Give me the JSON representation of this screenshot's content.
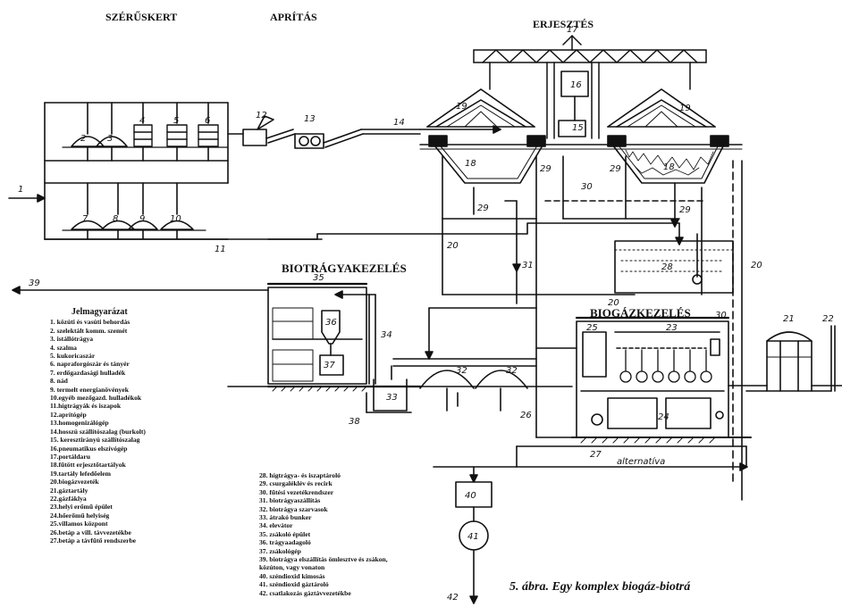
{
  "sections": {
    "szeruskert": "SZÉRŰSKERT",
    "apritas": "APRÍTÁS",
    "erjesztes": "ERJESZTÉS",
    "biotragyakezeles": "BIOTRÁGYAKEZELÉS",
    "biogazkezeles": "BIOGÁZKEZELÉS"
  },
  "legend": {
    "title": "Jelmagyarázat",
    "col1": [
      "1.  közúti és vasúti behordás",
      "2.  szelektált komm. szemét",
      "3.  istállótrágya",
      "4.  szalma",
      "5.  kukoricaszár",
      "6.  napraforgószár és tányér",
      "7.  erdőgazdasági hulladék",
      "8.  nád",
      "9.  termelt energianövények",
      "10.egyéb mezőgazd. hulladékok",
      "11.hígtrágyák és iszapok",
      "12.aprítógép",
      "13.homogenizálógép",
      "14.hosszú szállítószalag (burkolt)",
      "15. keresztirányú szállítószalag",
      "16.pneumatikus elszívógép",
      "17.portáldaru",
      "18.fűtött erjesztőtartályok",
      "19.tartály lefedőelem",
      "20.biogázvezeték",
      "21.gáztartály",
      "22.gázfáklya",
      "23.helyi erőmű épület",
      "24.hőerőmű helyiség",
      "25.villamos központ",
      "26.betáp a vill. távvezetékbe",
      "27.betáp a távfűtő rendszerbe"
    ],
    "col2": [
      "28. hígtrágya- és iszaptároló",
      "29.  csurgaléklév és recirk",
      "30.  fűtési vezetékrendszer",
      "31.  biotrágyaszállítás",
      "32.  biotrágya szarvasok",
      "33.  átrakó bunker",
      "34.  elevátor",
      "35.  zsákoló épület",
      "36.  trágyaadagoló",
      "37.  zsákológép",
      "39.   biotrágya elszállítás  ömlesztve és zsákon,",
      "         közúton, vagy vonaton",
      "40.  széndioxid kimosás",
      "41.  széndioxid gáztároló",
      "42.  csatlakozás gáztávvezetékbe"
    ]
  },
  "caption": "5. ábra. Egy komplex biogáz-biotrá",
  "diagram_labels": {
    "alternativa": "alternatíva",
    "numbers": [
      "1",
      "2",
      "3",
      "4",
      "5",
      "6",
      "7",
      "8",
      "9",
      "10",
      "11",
      "12",
      "13",
      "14",
      "15",
      "16",
      "17",
      "18",
      "19",
      "20",
      "21",
      "22",
      "23",
      "24",
      "25",
      "26",
      "27",
      "28",
      "29",
      "30",
      "31",
      "32",
      "33",
      "34",
      "35",
      "36",
      "37",
      "38",
      "39",
      "40",
      "41",
      "42"
    ]
  }
}
